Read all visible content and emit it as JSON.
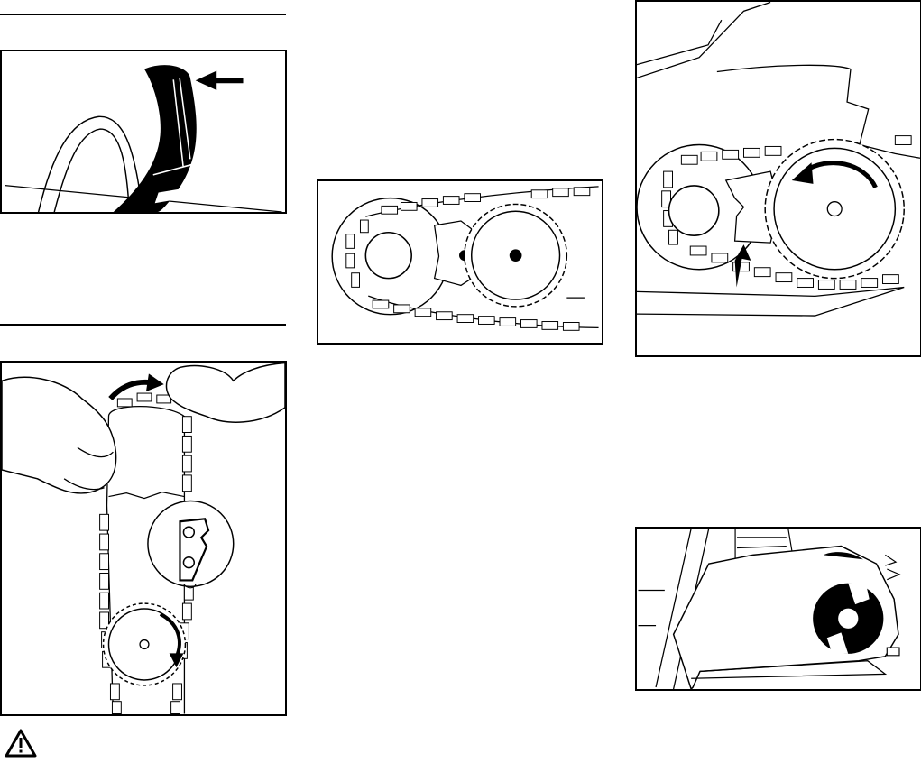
{
  "page": {
    "colors": {
      "ink": "#000000",
      "paper": "#ffffff"
    }
  },
  "figures": [
    {
      "name": "chain-brake-lever",
      "icons": [
        "arrow-left-icon"
      ]
    },
    {
      "name": "chain-on-bar-with-sprocket",
      "icons": [
        "curved-arrow-icon",
        "sprocket-icon",
        "chain-link-detail-icon"
      ]
    },
    {
      "name": "sprocket-and-chain-guide",
      "icons": [
        "sprocket-icon",
        "rim-sprocket-icon"
      ]
    },
    {
      "name": "sprocket-rotation",
      "icons": [
        "rotation-arrow-icon",
        "pointer-arrow-icon"
      ]
    },
    {
      "name": "clutch-cover",
      "icons": [
        "clutch-drum-icon"
      ]
    }
  ],
  "warning": {
    "icon": "warning-triangle-icon"
  }
}
